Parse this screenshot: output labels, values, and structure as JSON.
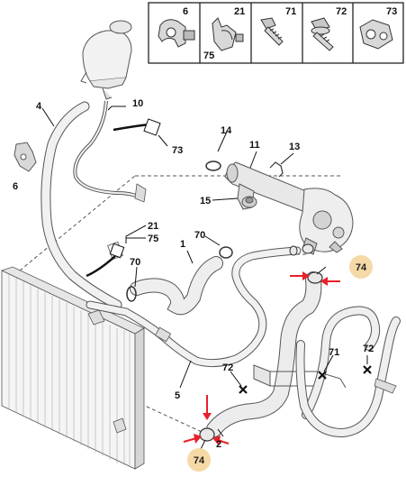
{
  "legend": {
    "cells": [
      {
        "label": "6",
        "icon": "bracket-clip-icon"
      },
      {
        "label": "21",
        "icon": "hose-clip-icon"
      },
      {
        "label": "71",
        "icon": "screw-icon"
      },
      {
        "label": "72",
        "icon": "bolt-icon"
      },
      {
        "label": "73",
        "icon": "pipe-clip-icon"
      }
    ],
    "extra_label": "75"
  },
  "callouts": {
    "c4": "4",
    "c10": "10",
    "c73": "73",
    "c6": "6",
    "c14": "14",
    "c11": "11",
    "c13": "13",
    "c15": "15",
    "c21": "21",
    "c75": "75",
    "c1": "1",
    "c70a": "70",
    "c70b": "70",
    "c74a": "74",
    "c74b": "74",
    "c71": "71",
    "c72a": "72",
    "c72b": "72",
    "c5": "5",
    "c2": "2"
  },
  "colors": {
    "highlight": "#f5d9a6",
    "arrow": "#e8202a",
    "line": "#333333"
  }
}
